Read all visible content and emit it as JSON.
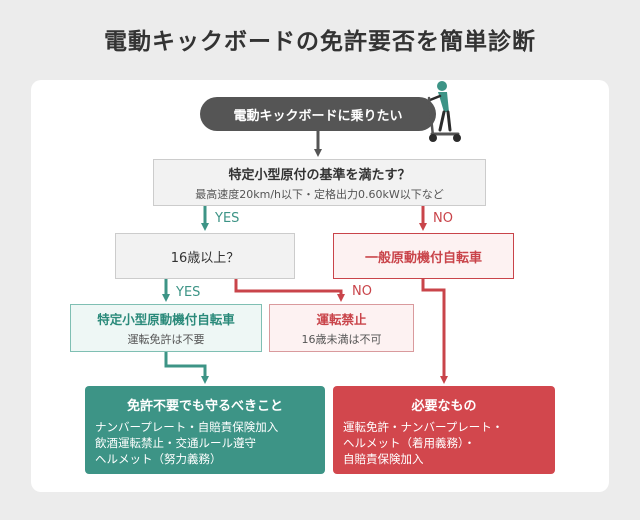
{
  "title": "電動キックボードの免許要否を簡単診断",
  "start": "電動キックボードに乗りたい",
  "q1": {
    "main": "特定小型原付の基準を満たす？",
    "sub": "最高速度20km/h以下・定格出力0.60kW以下など"
  },
  "q2": "16歳以上？",
  "general": "一般原動機付自転車",
  "tokutei": {
    "main": "特定小型原動機付自転車",
    "sub": "運転免許は不要"
  },
  "ban": {
    "main": "運転禁止",
    "sub": "16歳未満は不可"
  },
  "labels": {
    "yes1": "YES",
    "no1": "NO",
    "yes2": "YES",
    "no2": "NO"
  },
  "green_out": {
    "title": "免許不要でも守るべきこと",
    "lines": [
      "ナンバープレート・自賠責保険加入",
      "飲酒運転禁止・交通ルール遵守",
      "ヘルメット（努力義務）"
    ]
  },
  "red_out": {
    "title": "必要なもの",
    "lines": [
      "運転免許・ナンバープレート・",
      "ヘルメット（着用義務）・",
      "自賠責保険加入"
    ]
  },
  "colors": {
    "green": "#3d9486",
    "red": "#c9444a",
    "gray": "#555555"
  }
}
